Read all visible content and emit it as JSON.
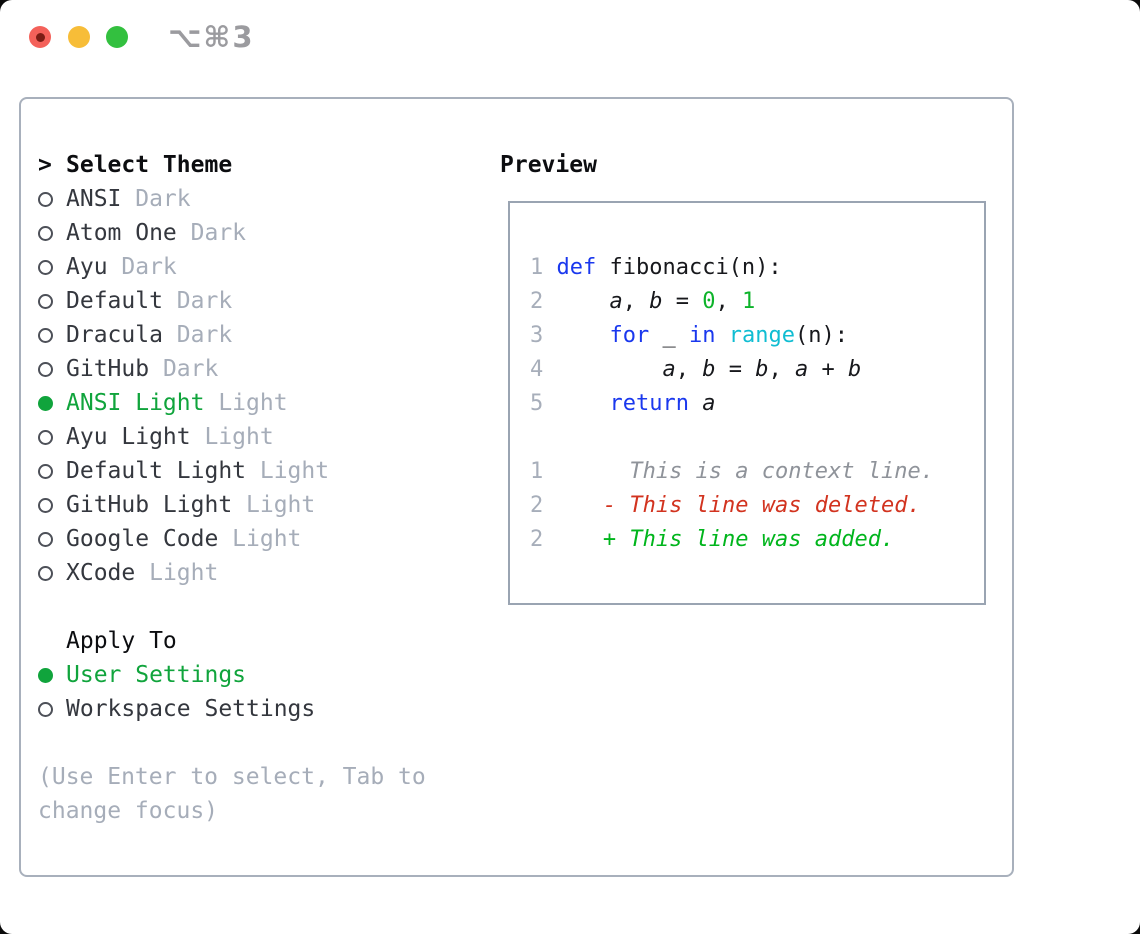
{
  "window": {
    "title": "⌥⌘3"
  },
  "theme_list": {
    "header_marker": ">",
    "header": "Select Theme",
    "items": [
      {
        "name": "ANSI",
        "variant": "Dark",
        "selected": false
      },
      {
        "name": "Atom One",
        "variant": "Dark",
        "selected": false
      },
      {
        "name": "Ayu",
        "variant": "Dark",
        "selected": false
      },
      {
        "name": "Default",
        "variant": "Dark",
        "selected": false
      },
      {
        "name": "Dracula",
        "variant": "Dark",
        "selected": false
      },
      {
        "name": "GitHub",
        "variant": "Dark",
        "selected": false
      },
      {
        "name": "ANSI Light",
        "variant": "Light",
        "selected": true
      },
      {
        "name": "Ayu Light",
        "variant": "Light",
        "selected": false
      },
      {
        "name": "Default Light",
        "variant": "Light",
        "selected": false
      },
      {
        "name": "GitHub Light",
        "variant": "Light",
        "selected": false
      },
      {
        "name": "Google Code",
        "variant": "Light",
        "selected": false
      },
      {
        "name": "XCode",
        "variant": "Light",
        "selected": false
      }
    ]
  },
  "apply_to": {
    "header": "Apply To",
    "options": [
      {
        "label": "User Settings",
        "selected": true
      },
      {
        "label": "Workspace Settings",
        "selected": false
      }
    ]
  },
  "hint": "(Use Enter to select, Tab to change focus)",
  "preview": {
    "label": "Preview",
    "lines": [
      {
        "type": "blank"
      },
      {
        "type": "code",
        "num": "1",
        "tokens": [
          [
            "def",
            "kw"
          ],
          [
            " fibonacci(n):",
            "pl"
          ]
        ]
      },
      {
        "type": "code",
        "num": "2",
        "tokens": [
          [
            "    ",
            "pl"
          ],
          [
            "a",
            "var"
          ],
          [
            ", ",
            "pl"
          ],
          [
            "b",
            "var"
          ],
          [
            " = ",
            "pl"
          ],
          [
            "0",
            "num"
          ],
          [
            ", ",
            "pl"
          ],
          [
            "1",
            "num"
          ]
        ]
      },
      {
        "type": "code",
        "num": "3",
        "tokens": [
          [
            "    ",
            "pl"
          ],
          [
            "for",
            "kw"
          ],
          [
            " _ ",
            "pl"
          ],
          [
            "in",
            "kw"
          ],
          [
            " ",
            "pl"
          ],
          [
            "range",
            "fn"
          ],
          [
            "(n):",
            "pl"
          ]
        ]
      },
      {
        "type": "code",
        "num": "4",
        "tokens": [
          [
            "        ",
            "pl"
          ],
          [
            "a",
            "var"
          ],
          [
            ", ",
            "pl"
          ],
          [
            "b",
            "var"
          ],
          [
            " = ",
            "pl"
          ],
          [
            "b",
            "var"
          ],
          [
            ", ",
            "pl"
          ],
          [
            "a",
            "var"
          ],
          [
            " + ",
            "pl"
          ],
          [
            "b",
            "var"
          ]
        ]
      },
      {
        "type": "code",
        "num": "5",
        "tokens": [
          [
            "    ",
            "pl"
          ],
          [
            "return",
            "kw"
          ],
          [
            " ",
            "pl"
          ],
          [
            "a",
            "var"
          ]
        ]
      },
      {
        "type": "blank"
      },
      {
        "type": "diff",
        "num": "1",
        "kind": "context",
        "text": "  This is a context line."
      },
      {
        "type": "diff",
        "num": "2",
        "kind": "deleted",
        "text": "- This line was deleted."
      },
      {
        "type": "diff",
        "num": "2",
        "kind": "added",
        "text": "+ This line was added."
      },
      {
        "type": "blank"
      }
    ]
  },
  "colors": {
    "accent_green": "#10a43c",
    "keyword_blue": "#1a38ee",
    "builtin_cyan": "#10bdd2",
    "number_green": "#0db32a",
    "diff_deleted_red": "#d2331f",
    "diff_added_green": "#00b51c",
    "muted_gray": "#a6adb9",
    "line_number_gray": "#a7aeba",
    "panel_border": "#a8b0bc"
  }
}
